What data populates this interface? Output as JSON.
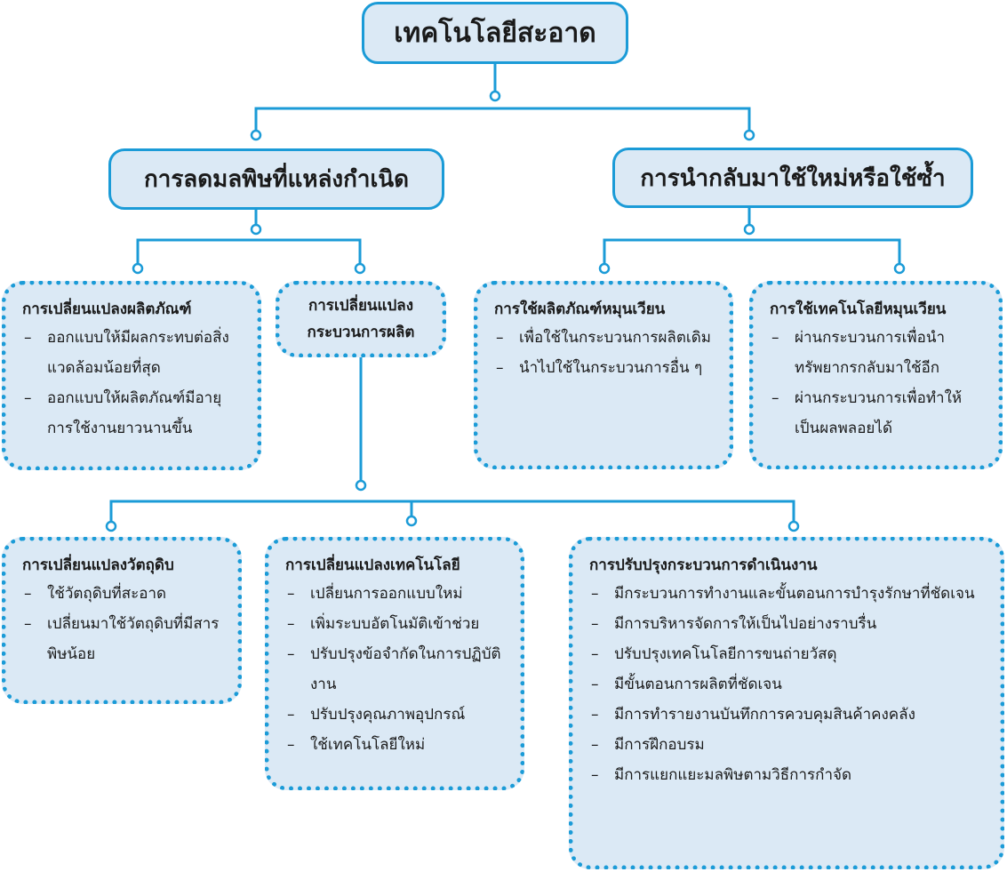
{
  "root": {
    "title": "เทคโนโลยีสะอาด"
  },
  "branches": {
    "left": {
      "title": "การลดมลพิษที่แหล่งกำเนิด"
    },
    "right": {
      "title": "การนำกลับมาใช้ใหม่หรือใช้ซ้ำ"
    }
  },
  "product_change": {
    "title": "การเปลี่ยนแปลงผลิตภัณฑ์",
    "items": [
      "ออกแบบให้มีผลกระทบต่อสิ่งแวดล้อมน้อยที่สุด",
      "ออกแบบให้ผลิตภัณฑ์มีอายุการใช้งานยาวนานขึ้น"
    ]
  },
  "process_change": {
    "title_line1": "การเปลี่ยนแปลง",
    "title_line2": "กระบวนการผลิต"
  },
  "recycle_product": {
    "title": "การใช้ผลิตภัณฑ์หมุนเวียน",
    "items": [
      "เพื่อใช้ในกระบวนการผลิตเดิม",
      "นำไปใช้ในกระบวนการอื่น ๆ"
    ]
  },
  "recycle_tech": {
    "title": "การใช้เทคโนโลยีหมุนเวียน",
    "items": [
      "ผ่านกระบวนการเพื่อนำทรัพยากรกลับมาใช้อีก",
      "ผ่านกระบวนการเพื่อทำให้เป็นผลพลอยได้"
    ]
  },
  "raw_material": {
    "title": "การเปลี่ยนแปลงวัตถุดิบ",
    "items": [
      "ใช้วัตถุดิบที่สะอาด",
      "เปลี่ยนมาใช้วัตถุดิบที่มีสารพิษน้อย"
    ]
  },
  "technology_change": {
    "title": "การเปลี่ยนแปลงเทคโนโลยี",
    "items": [
      "เปลี่ยนการออกแบบใหม่",
      "เพิ่มระบบอัตโนมัติเข้าช่วย",
      "ปรับปรุงข้อจำกัดในการปฏิบัติงาน",
      "ปรับปรุงคุณภาพอุปกรณ์",
      "ใช้เทคโนโลยีใหม่"
    ]
  },
  "operation_improve": {
    "title": "การปรับปรุงกระบวนการดำเนินงาน",
    "items": [
      "มีกระบวนการทำงานและขั้นตอนการบำรุงรักษาที่ชัดเจน",
      "มีการบริหารจัดการให้เป็นไปอย่างราบรื่น",
      "ปรับปรุงเทคโนโลยีการขนถ่ายวัสดุ",
      "มีขั้นตอนการผลิตที่ชัดเจน",
      "มีการทำรายงานบันทึกการควบคุมสินค้าคงคลัง",
      "มีการฝึกอบรม",
      "มีการแยกแยะมลพิษตามวิธีการกำจัด"
    ]
  },
  "colors": {
    "accent": "#1b9bd7",
    "fill": "#dbe9f5"
  }
}
